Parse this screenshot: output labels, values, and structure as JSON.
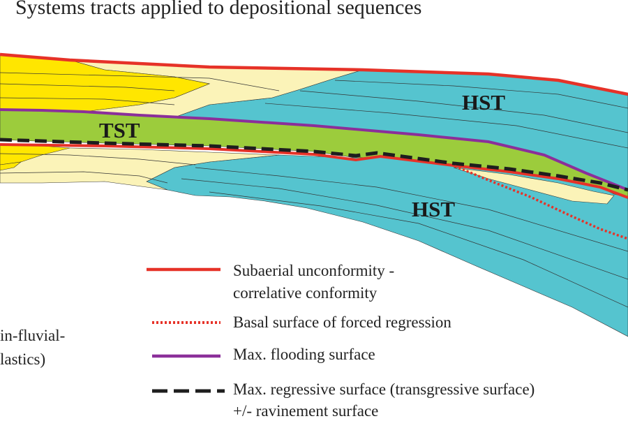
{
  "title": "Systems tracts applied to depositional sequences",
  "tracts": {
    "hst_upper": "HST",
    "tst": "TST",
    "hst_lower": "HST"
  },
  "legend": {
    "subaerial_line1": "Subaerial unconformity -",
    "subaerial_line2": "correlative conformity",
    "bsfr": "Basal surface of forced regression",
    "mfs": "Max. flooding surface",
    "mrs_line1": "Max. regressive surface (transgressive surface)",
    "mrs_line2": "+/- ravinement surface"
  },
  "side_text": {
    "line1": "in-fluvial-",
    "line2": "lastics)"
  },
  "colors": {
    "unconformity": "#e63228",
    "flooding": "#8b2f9a",
    "regressive": "#1e1e1e",
    "marine": "#55c4cf",
    "fluvial": "#ffe600",
    "shoreface": "#fbf3b8",
    "transgressive": "#9ccc3c"
  }
}
